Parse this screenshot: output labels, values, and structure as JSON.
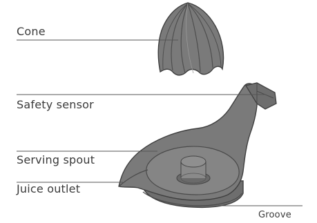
{
  "labels": {
    "cone": "Cone",
    "safety_sensor": "Safety sensor",
    "serving_spout": "Serving spout",
    "juice_outlet": "Juice outlet",
    "groove": "Groove"
  },
  "colors": {
    "part_fill": "#7a7a7a",
    "part_dark": "#5c5c5c",
    "part_light": "#9a9a9a",
    "outline": "#3f3f3f",
    "leader_line": "#555555",
    "text": "#3a3a3a"
  }
}
